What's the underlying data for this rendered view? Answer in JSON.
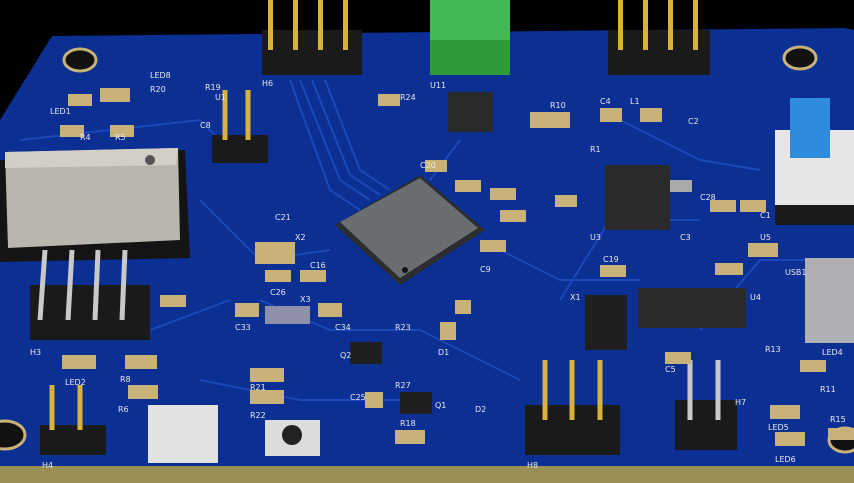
{
  "colors": {
    "board": "#0b2f93",
    "trace": "#1c49b8",
    "silk": "#e8e8e8",
    "pad": "#c9b27a",
    "gold": "#d9b23a",
    "header": "#1a1a1a",
    "terminal": "#2d9a3c",
    "chip": "#6b6e70",
    "module": "#b9b6ad",
    "button_cap": "#2f8be0"
  },
  "labels": {
    "h6": "H6",
    "led1": "LED1",
    "led8": "LED8",
    "r20": "R20",
    "r4": "R4",
    "r5": "R5",
    "c8": "C8",
    "u1": "U1",
    "r19": "R19",
    "u11": "U11",
    "r24": "R24",
    "c20": "C20",
    "r10": "R10",
    "c4": "C4",
    "l1": "L1",
    "c2": "C2",
    "r1": "R1",
    "c3": "C3",
    "c9": "C9",
    "u3": "U3",
    "c1": "C1",
    "c28": "C28",
    "x2": "X2",
    "c21": "C21",
    "c26": "C26",
    "c16": "C16",
    "c33": "C33",
    "x3": "X3",
    "c34": "C34",
    "h3": "H3",
    "led2": "LED2",
    "r8": "R8",
    "r6": "R6",
    "h4": "H4",
    "r21": "R21",
    "r22": "R22",
    "q1": "Q1",
    "q2": "Q2",
    "r23": "R23",
    "r27": "R27",
    "r18": "R18",
    "d1": "D1",
    "d2": "D2",
    "c25": "C25",
    "x1": "X1",
    "u4": "U4",
    "c19": "C19",
    "c5": "C5",
    "h8": "H8",
    "h7": "H7",
    "usb1": "USB1",
    "r13": "R13",
    "led4": "LED4",
    "r11": "R11",
    "led5": "LED5",
    "led6": "LED6",
    "r15": "R15",
    "u5": "U5"
  }
}
